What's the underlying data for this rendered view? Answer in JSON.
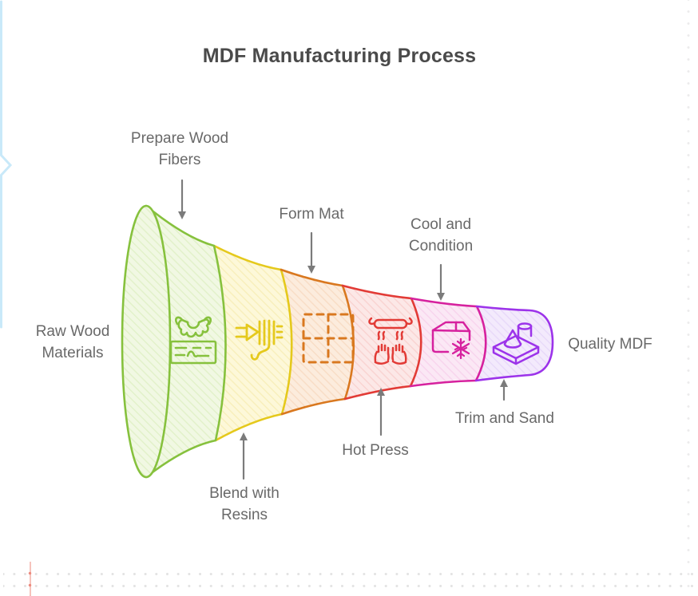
{
  "title": "MDF Manufacturing Process",
  "input_label": "Raw Wood Materials",
  "output_label": "Quality MDF",
  "stages": [
    {
      "label": "Prepare Wood Fibers",
      "icon": "wood-chipper-icon",
      "color": "#86c13d",
      "fill": "#f1f8e3",
      "hatch": "#e2f1ca"
    },
    {
      "label": "Blend with Resins",
      "icon": "fork-noodles-icon",
      "color": "#e5c91c",
      "fill": "#fdf8d9",
      "hatch": "#f8efbc"
    },
    {
      "label": "Form Mat",
      "icon": "dashed-mat-grid-icon",
      "color": "#d9781f",
      "fill": "#fcecdd",
      "hatch": "#f8ddc6"
    },
    {
      "label": "Hot Press",
      "icon": "press-heat-hands-icon",
      "color": "#e23b36",
      "fill": "#fce8e7",
      "hatch": "#f9d4d2"
    },
    {
      "label": "Cool and Condition",
      "icon": "box-snowflake-icon",
      "color": "#d6219e",
      "fill": "#fbe8f5",
      "hatch": "#f8d5ed"
    },
    {
      "label": "Trim and Sand",
      "icon": "shapes-on-board-icon",
      "color": "#9c33ea",
      "fill": "#f3eafc",
      "hatch": "#e8daf9"
    }
  ],
  "decor": {
    "accent_blue": "#c9e9f9",
    "dot_gray": "#e3e3e3",
    "accent_pink": "#ec8a7e",
    "arrow_gray": "#7b7b7b"
  }
}
